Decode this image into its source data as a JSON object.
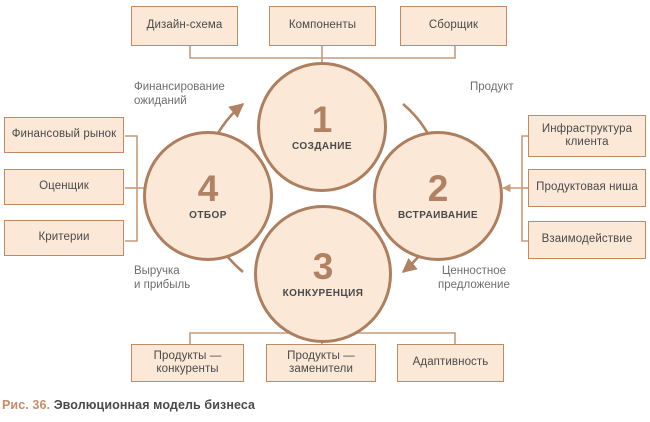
{
  "caption": {
    "figure_number": "Рис. 36.",
    "title": "Эволюционная модель бизнеса"
  },
  "colors": {
    "box_fill": "#FBE8D7",
    "box_border": "#C08A63",
    "circle_fill": "#FBE8D7",
    "circle_border": "#AD7F5E",
    "number": "#B08263",
    "connector": "#C69A7B",
    "label_text": "#6E6E6E",
    "caption_accent": "#C98B68"
  },
  "stages": [
    {
      "number": "1",
      "name": "СОЗДАНИЕ"
    },
    {
      "number": "2",
      "name": "ВСТРАИВАНИЕ"
    },
    {
      "number": "3",
      "name": "КОНКУРЕНЦИЯ"
    },
    {
      "number": "4",
      "name": "ОТБОР"
    }
  ],
  "inputs": {
    "top": [
      {
        "label": "Дизайн-схема"
      },
      {
        "label": "Компоненты"
      },
      {
        "label": "Сборщик"
      }
    ],
    "right": [
      {
        "label": "Инфраструктура клиента"
      },
      {
        "label": "Продуктовая ниша"
      },
      {
        "label": "Взаимодействие"
      }
    ],
    "bottom": [
      {
        "label": "Продукты — конкуренты"
      },
      {
        "label": "Продукты — заменители"
      },
      {
        "label": "Адаптивность"
      }
    ],
    "left": [
      {
        "label": "Финансовый рынок"
      },
      {
        "label": "Оценщик"
      },
      {
        "label": "Критерии"
      }
    ]
  },
  "flow_labels": {
    "top_left": "Финансирование\nожиданий",
    "top_right": "Продукт",
    "bottom_left": "Выручка\nи прибыль",
    "bottom_right": "Ценностное\nпредложение"
  }
}
